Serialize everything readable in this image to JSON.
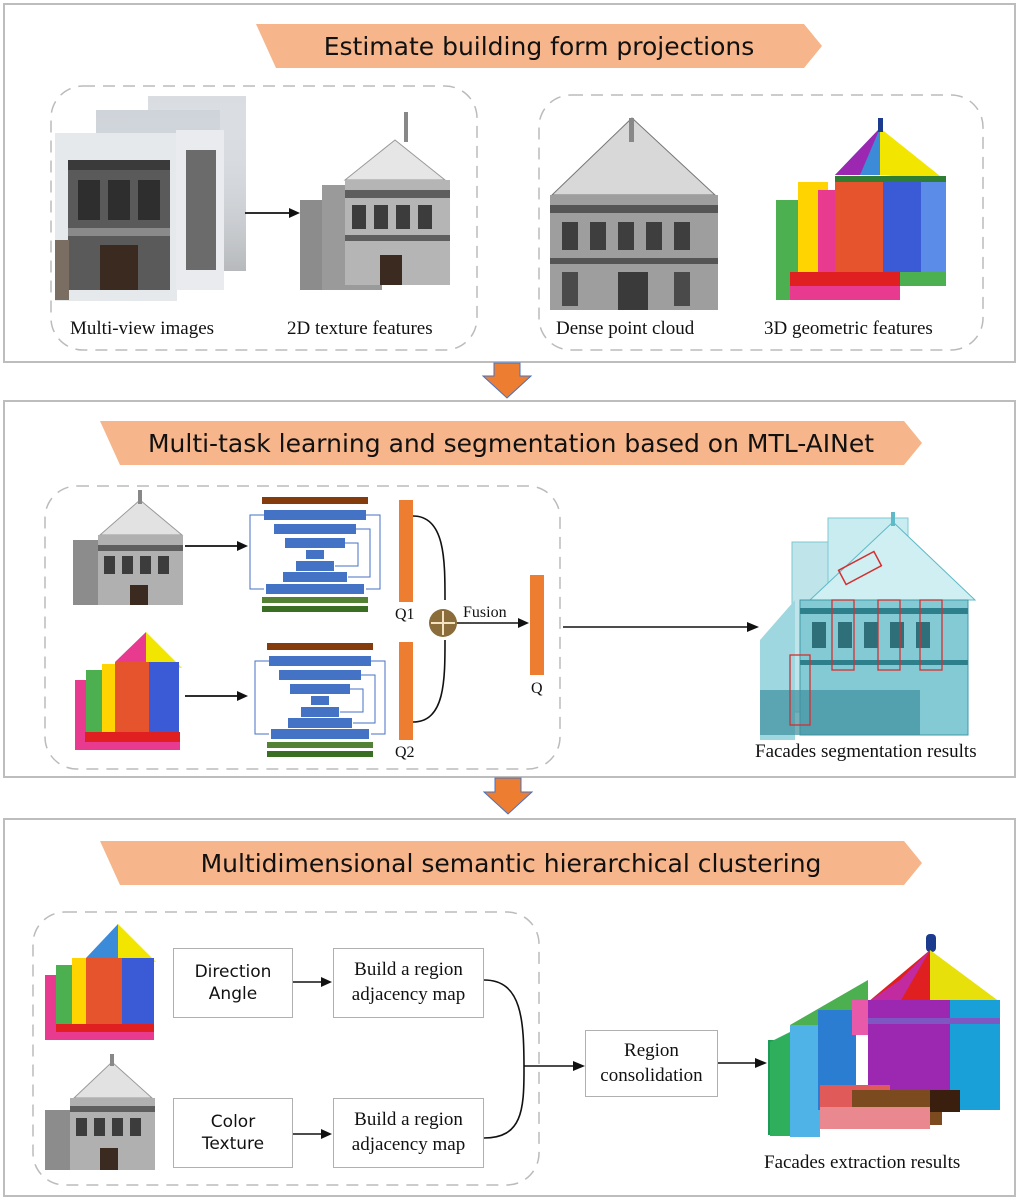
{
  "panel1": {
    "title": "Estimate building form projections",
    "captions": {
      "multiview": "Multi-view images",
      "texture": "2D texture features",
      "pointcloud": "Dense point cloud",
      "geometric": "3D geometric features"
    }
  },
  "panel2": {
    "title": "Multi-task learning and segmentation based on MTL-AINet",
    "q1": "Q1",
    "q2": "Q2",
    "fusion": "Fusion",
    "q": "Q",
    "result": "Facades segmentation results"
  },
  "panel3": {
    "title": "Multidimensional semantic hierarchical clustering",
    "direction": "Direction\nAngle",
    "color": "Color\nTexture",
    "build1": "Build a region\nadjacency map",
    "build2": "Build a region\nadjacency map",
    "consolidation": "Region\nconsolidation",
    "result": "Facades extraction results"
  },
  "colors": {
    "banner": "#f6b58a",
    "bar": "#ed7d31",
    "arrow": "#ed7d31",
    "blue_block": "#4472c4",
    "green_block": "#548235",
    "brown_block": "#843c0c"
  }
}
